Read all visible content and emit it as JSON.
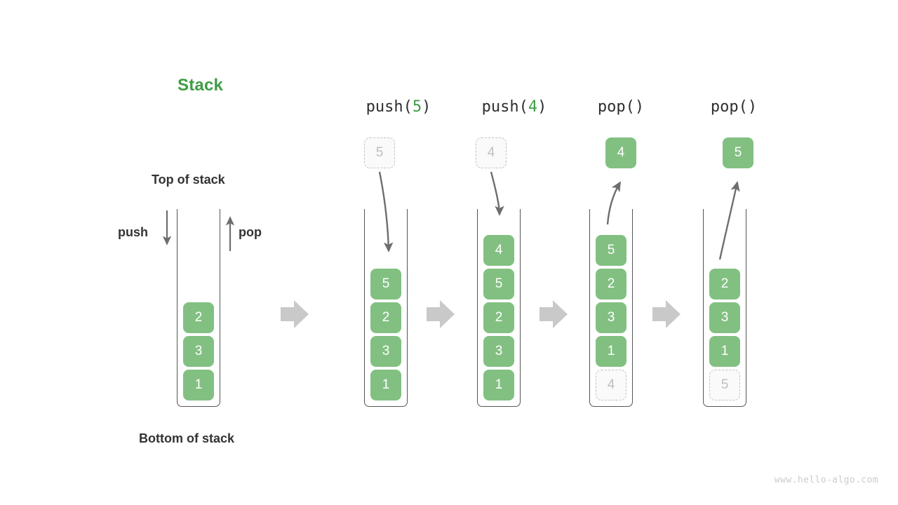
{
  "diagram": {
    "title": "Stack",
    "title_color": "#3f9d45",
    "labels": {
      "top_of_stack": "Top of stack",
      "bottom_of_stack": "Bottom of stack",
      "push": "push",
      "pop": "pop"
    },
    "colors": {
      "element_fill": "#82c082",
      "element_text": "#ffffff",
      "ghost_fill": "#fafafa",
      "ghost_border": "#c2c2c2",
      "ghost_text": "#bfbfbf",
      "container_stroke": "#555555",
      "arrow": "#6e6e6e",
      "separator": "#c9c9c9",
      "label_text": "#333333"
    },
    "watermark": "www.hello-algo.com",
    "stages": [
      {
        "id": "initial",
        "header": null,
        "header_prefix": null,
        "header_arg": null,
        "header_suffix": null,
        "cells": [
          "1",
          "3",
          "2"
        ],
        "ghost_top": null,
        "float_box": null
      },
      {
        "id": "push-5",
        "header": "push(5)",
        "header_prefix": "push(",
        "header_arg": "5",
        "header_suffix": ")",
        "cells": [
          "1",
          "3",
          "2",
          "5"
        ],
        "ghost_top": null,
        "float_box": {
          "value": "5",
          "kind": "ghost"
        }
      },
      {
        "id": "push-4",
        "header": "push(4)",
        "header_prefix": "push(",
        "header_arg": "4",
        "header_suffix": ")",
        "cells": [
          "1",
          "3",
          "2",
          "5",
          "4"
        ],
        "ghost_top": null,
        "float_box": {
          "value": "4",
          "kind": "ghost"
        }
      },
      {
        "id": "pop-4",
        "header": "pop()",
        "header_prefix": "pop(",
        "header_arg": "",
        "header_suffix": ")",
        "cells": [
          "1",
          "3",
          "2",
          "5"
        ],
        "ghost_top": "4",
        "float_box": {
          "value": "4",
          "kind": "solid"
        }
      },
      {
        "id": "pop-5",
        "header": "pop()",
        "header_prefix": "pop(",
        "header_arg": "",
        "header_suffix": ")",
        "cells": [
          "1",
          "3",
          "2"
        ],
        "ghost_top": "5",
        "float_box": {
          "value": "5",
          "kind": "solid"
        }
      }
    ]
  },
  "cellvals": {
    "s0": [
      "2",
      "3",
      "1"
    ],
    "s1": [
      "5",
      "2",
      "3",
      "1"
    ],
    "s2": [
      "4",
      "5",
      "2",
      "3",
      "1"
    ],
    "s3": [
      "5",
      "2",
      "3",
      "1"
    ],
    "s4": [
      "2",
      "3",
      "1"
    ]
  }
}
